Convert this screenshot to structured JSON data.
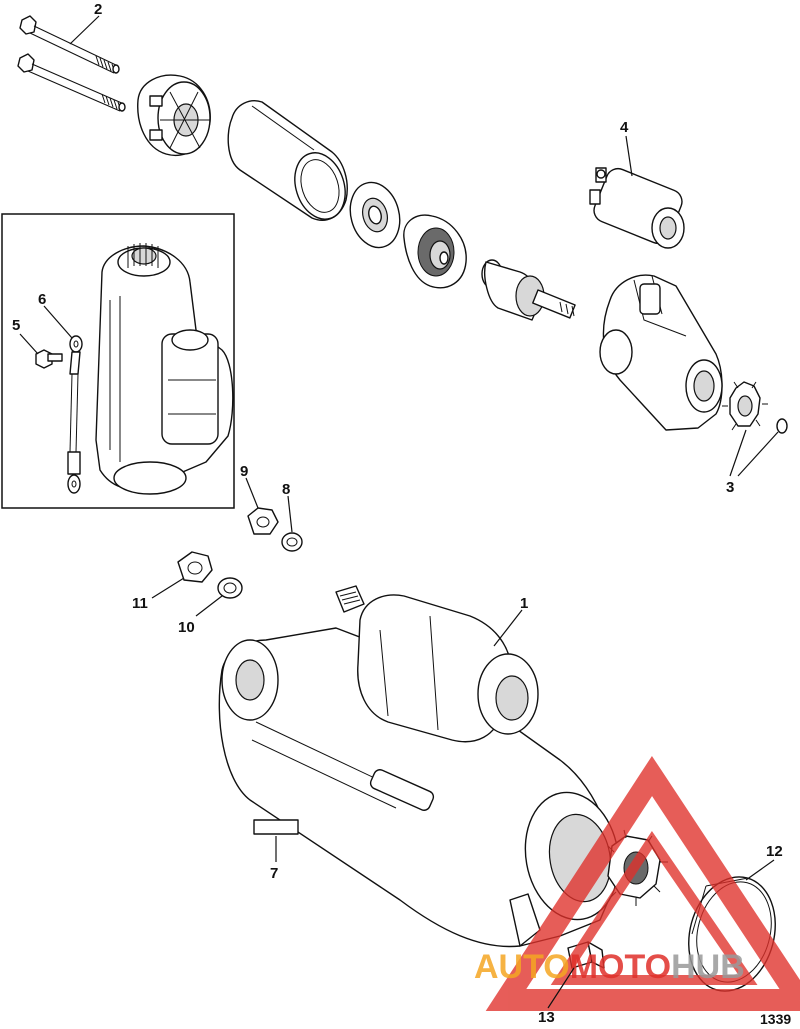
{
  "callouts": {
    "c1": "1",
    "c2": "2",
    "c3": "3",
    "c4": "4",
    "c5": "5",
    "c6": "6",
    "c7": "7",
    "c8": "8",
    "c9": "9",
    "c10": "10",
    "c11": "11",
    "c12": "12",
    "c13": "13"
  },
  "figure_number": "1339",
  "watermark": {
    "text_part1": "AUTO",
    "text_part2": "MOTO",
    "text_part3": "HUB",
    "color_orange": "#f5a623",
    "color_red": "#e0302a",
    "color_gray": "#9a9a9a"
  }
}
